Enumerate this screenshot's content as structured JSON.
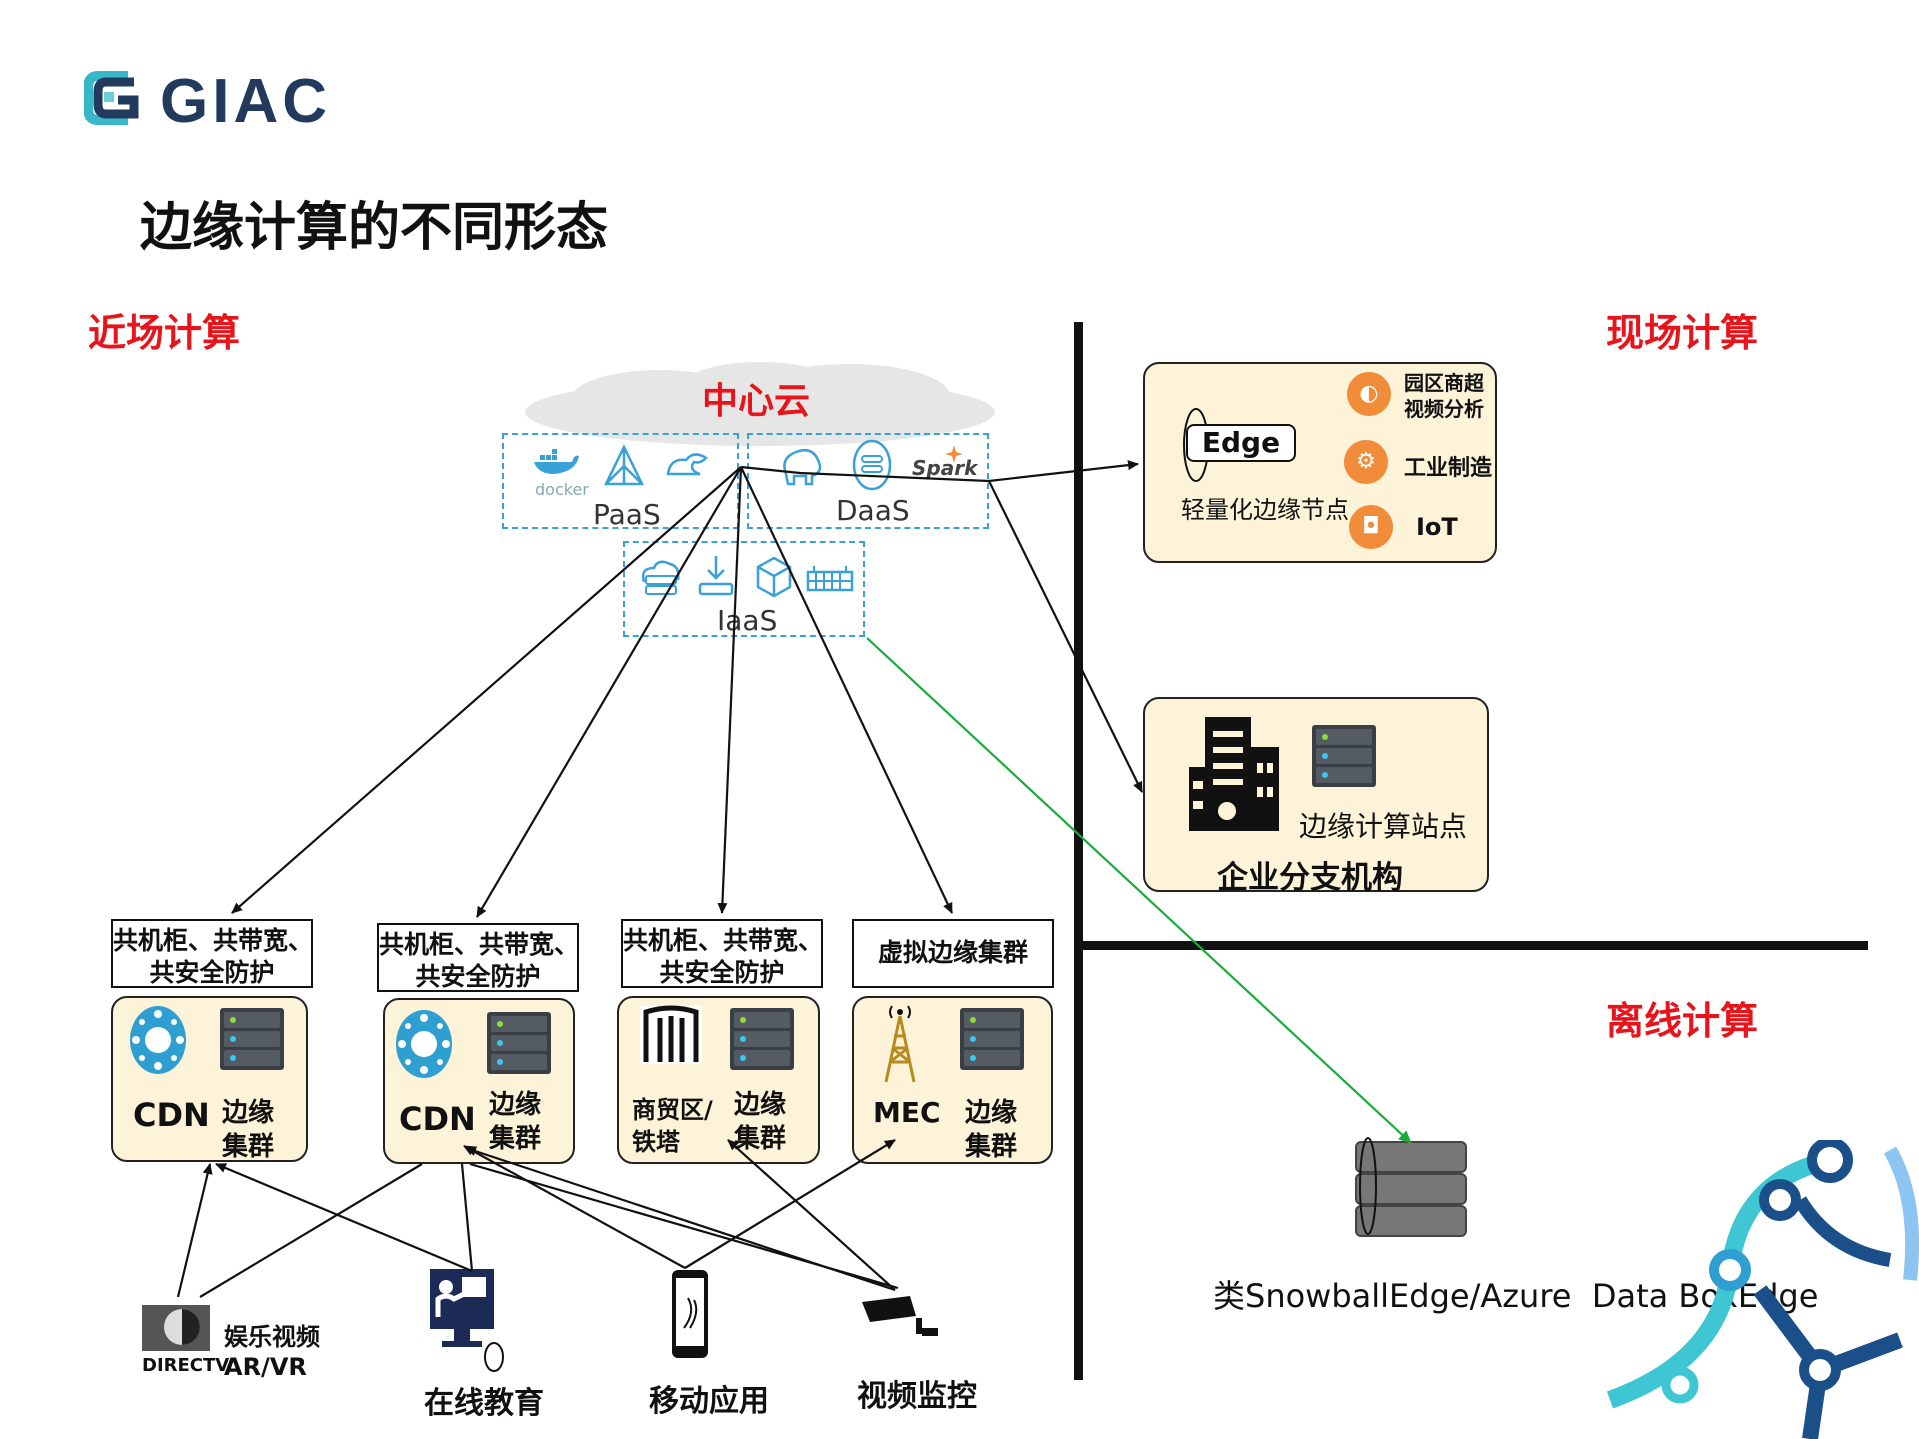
{
  "logo": {
    "text": "GIAC"
  },
  "title": "边缘计算的不同形态",
  "sections": {
    "near": "近场计算",
    "onsite": "现场计算",
    "offline": "离线计算"
  },
  "cloud": {
    "label": "中心云",
    "paas": "PaaS",
    "daas": "DaaS",
    "iaas": "IaaS",
    "docker_text": "docker",
    "spark_text": "Spark"
  },
  "edge_panel": {
    "edge_label": "Edge",
    "node_label": "轻量化边缘节点",
    "items": [
      "园区商超\n视频分析",
      "工业制造",
      "IoT"
    ]
  },
  "branch_panel": {
    "site_label": "边缘计算站点",
    "org_label": "企业分支机构"
  },
  "offline": {
    "device_label": "类SnowballEdge/Azure  Data BoxEdge"
  },
  "clusters": [
    {
      "tag": "共机柜、共带宽、\n共安全防护",
      "name": "CDN",
      "cluster": "边缘\n集群"
    },
    {
      "tag": "共机柜、共带宽、\n共安全防护",
      "name": "CDN",
      "cluster": "边缘\n集群"
    },
    {
      "tag": "共机柜、共带宽、\n共安全防护",
      "name": "商贸区/\n铁塔",
      "cluster": "边缘\n集群"
    },
    {
      "tag": "虚拟边缘集群",
      "name": "MEC",
      "cluster": "边缘\n集群"
    }
  ],
  "clients": {
    "directv_brand": "DIRECTV",
    "entertainment": "娱乐视频\nAR/VR",
    "education": "在线教育",
    "mobile": "移动应用",
    "surveillance": "视频监控"
  },
  "colors": {
    "accent_red": "#e8141b",
    "dash_blue": "#3aa0d8",
    "panel_yellow": "#fdf3d8",
    "green_line": "#1aab3a"
  }
}
